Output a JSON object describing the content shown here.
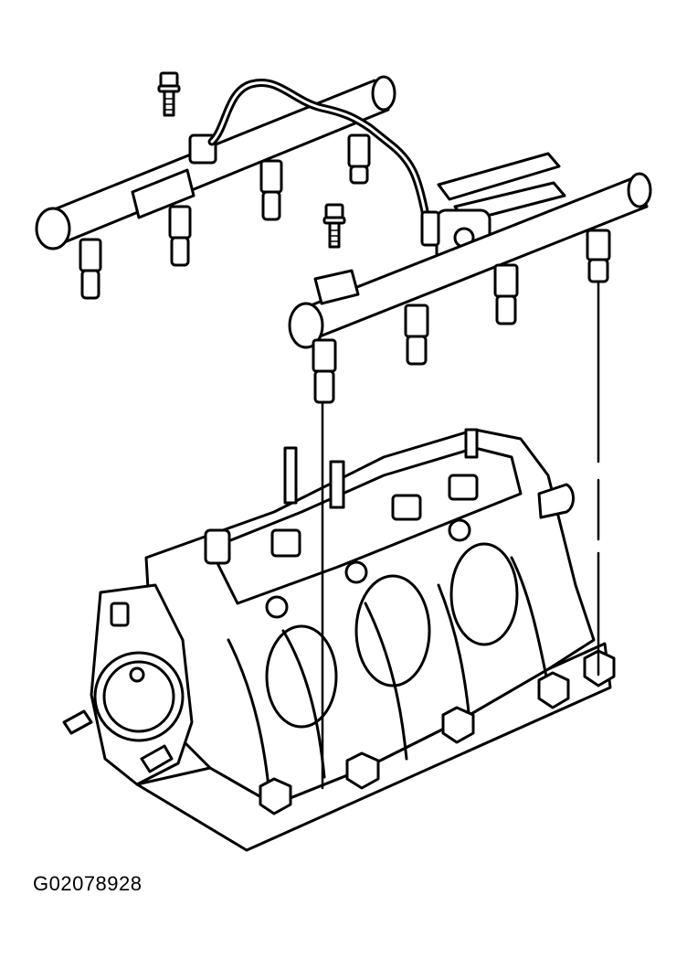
{
  "figure_id": "G02078928",
  "colors": {
    "ink": "#000000",
    "paper": "#ffffff"
  },
  "components": [
    "fuel-rail-left",
    "fuel-rail-right",
    "crossover-fuel-pipe",
    "fuel-pressure-regulator",
    "fuel-injector",
    "rail-mounting-bolt",
    "intake-manifold",
    "throttle-body"
  ]
}
